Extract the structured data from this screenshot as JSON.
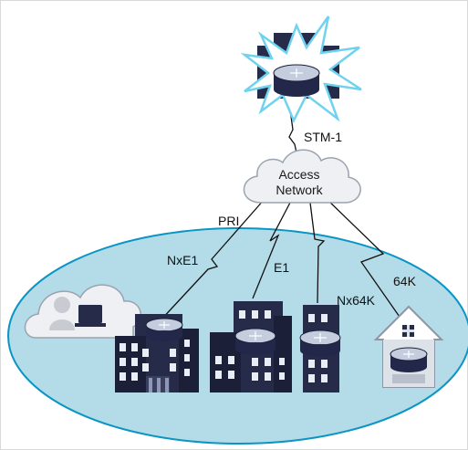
{
  "labels": {
    "stm1": "STM-1",
    "access_network_line1": "Access",
    "access_network_line2": "Network",
    "pri": "PRI",
    "nxe1": "NxE1",
    "e1": "E1",
    "nx64k": "Nx64K",
    "k64": "64K"
  },
  "colors": {
    "building": "#262b4a",
    "ellipse_fill": "#b3dbe8",
    "ellipse_stroke": "#0a95c4",
    "cloud_fill": "#eef0f3",
    "starburst": "#6fd2ef"
  },
  "icons": {
    "core_site": "core-router-starburst-icon",
    "access_cloud": "cloud-icon",
    "remote_worker": "remote-worker-cloud-icon",
    "buildings": "office-building-icon",
    "home": "home-router-icon"
  }
}
